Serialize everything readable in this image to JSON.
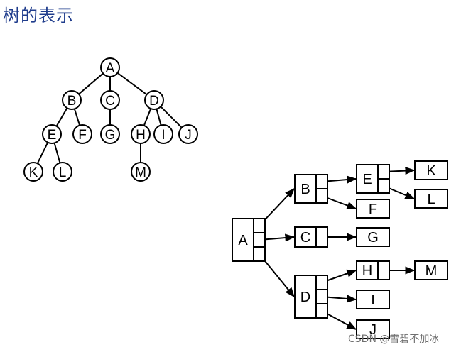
{
  "title": "树的表示",
  "watermark": "CSDN @雪碧不加冰",
  "colors": {
    "title": "#1f3c8c",
    "stroke": "#000000",
    "node_fill": "#ffffff"
  },
  "tree": {
    "nodes": [
      {
        "id": "A",
        "label": "A"
      },
      {
        "id": "B",
        "label": "B"
      },
      {
        "id": "C",
        "label": "C"
      },
      {
        "id": "D",
        "label": "D"
      },
      {
        "id": "E",
        "label": "E"
      },
      {
        "id": "F",
        "label": "F"
      },
      {
        "id": "G",
        "label": "G"
      },
      {
        "id": "H",
        "label": "H"
      },
      {
        "id": "I",
        "label": "I"
      },
      {
        "id": "J",
        "label": "J"
      },
      {
        "id": "K",
        "label": "K"
      },
      {
        "id": "L",
        "label": "L"
      },
      {
        "id": "M",
        "label": "M"
      }
    ],
    "edges": [
      [
        "A",
        "B"
      ],
      [
        "A",
        "C"
      ],
      [
        "A",
        "D"
      ],
      [
        "B",
        "E"
      ],
      [
        "B",
        "F"
      ],
      [
        "C",
        "G"
      ],
      [
        "D",
        "H"
      ],
      [
        "D",
        "I"
      ],
      [
        "D",
        "J"
      ],
      [
        "E",
        "K"
      ],
      [
        "E",
        "L"
      ],
      [
        "H",
        "M"
      ]
    ]
  },
  "linked": {
    "boxes": [
      {
        "id": "A",
        "label": "A",
        "pointers": 3
      },
      {
        "id": "B",
        "label": "B",
        "pointers": 2
      },
      {
        "id": "C",
        "label": "C",
        "pointers": 1
      },
      {
        "id": "D",
        "label": "D",
        "pointers": 3
      },
      {
        "id": "E",
        "label": "E",
        "pointers": 2
      },
      {
        "id": "F",
        "label": "F",
        "pointers": 0
      },
      {
        "id": "G",
        "label": "G",
        "pointers": 0
      },
      {
        "id": "H",
        "label": "H",
        "pointers": 1
      },
      {
        "id": "I",
        "label": "I",
        "pointers": 0
      },
      {
        "id": "J",
        "label": "J",
        "pointers": 0
      },
      {
        "id": "K",
        "label": "K",
        "pointers": 0
      },
      {
        "id": "L",
        "label": "L",
        "pointers": 0
      },
      {
        "id": "M",
        "label": "M",
        "pointers": 0
      }
    ],
    "links": [
      [
        "A",
        "B"
      ],
      [
        "A",
        "C"
      ],
      [
        "A",
        "D"
      ],
      [
        "B",
        "E"
      ],
      [
        "B",
        "F"
      ],
      [
        "C",
        "G"
      ],
      [
        "D",
        "H"
      ],
      [
        "D",
        "I"
      ],
      [
        "D",
        "J"
      ],
      [
        "E",
        "K"
      ],
      [
        "E",
        "L"
      ],
      [
        "H",
        "M"
      ]
    ]
  }
}
